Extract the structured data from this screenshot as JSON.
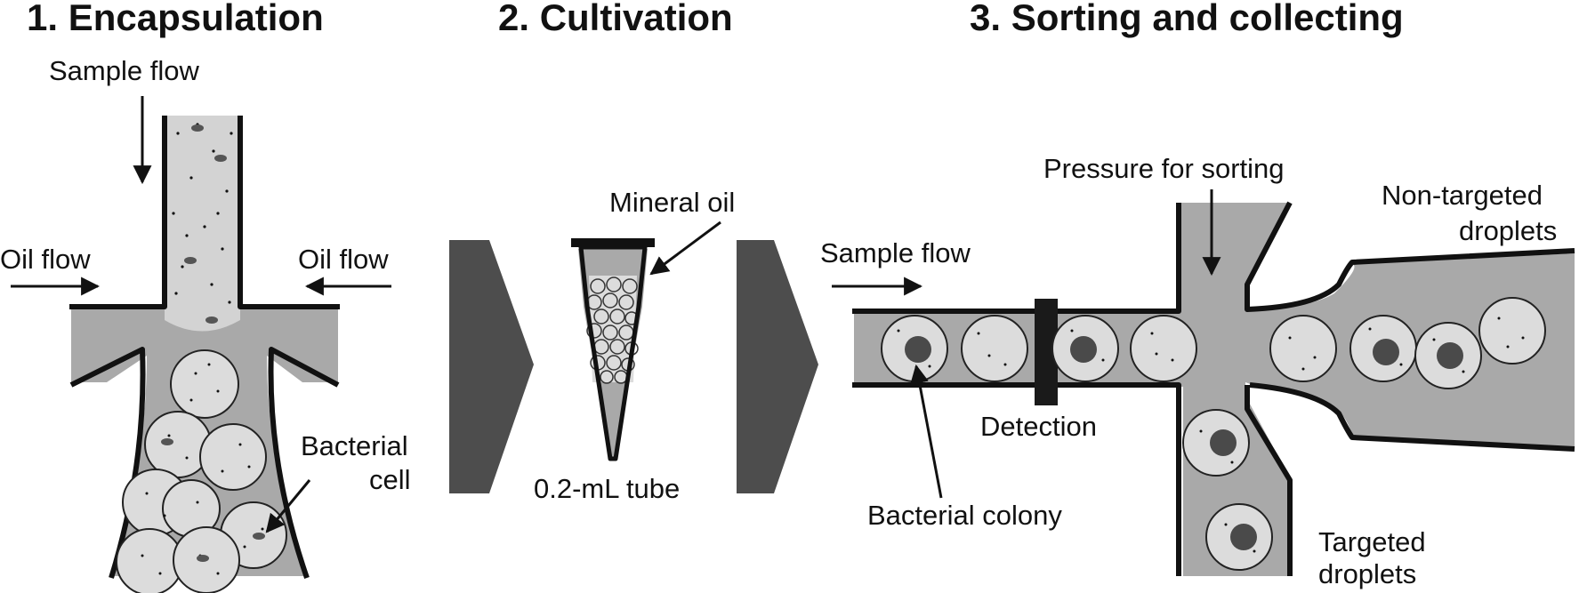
{
  "headings": {
    "encapsulation": "1. Encapsulation",
    "cultivation": "2. Cultivation",
    "sorting": "3. Sorting and collecting"
  },
  "labels": {
    "sample_flow_1": "Sample flow",
    "oil_flow_left": "Oil flow",
    "oil_flow_right": "Oil flow",
    "bacterial_cell_1": "Bacterial",
    "bacterial_cell_2": "cell",
    "mineral_oil": "Mineral oil",
    "tube": "0.2-mL tube",
    "sample_flow_3": "Sample flow",
    "pressure": "Pressure for sorting",
    "non_targeted_1": "Non-targeted",
    "non_targeted_2": "droplets",
    "detection": "Detection",
    "bacterial_colony": "Bacterial colony",
    "targeted_1": "Targeted",
    "targeted_2": "droplets"
  },
  "colors": {
    "channel": "#a9a9a9",
    "droplet": "#dcdcdc",
    "colony": "#4a4a4a",
    "outline": "#1a1a1a",
    "stage_arrow": "#4d4d4d"
  }
}
